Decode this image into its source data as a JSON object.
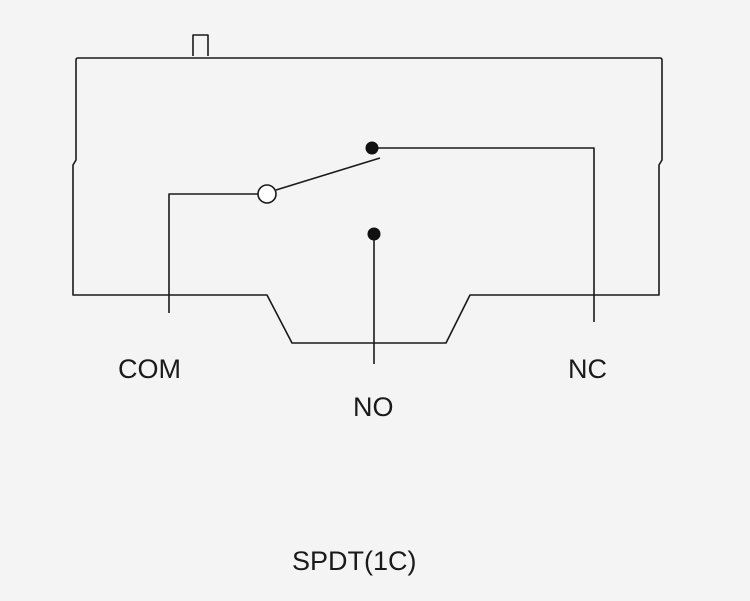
{
  "diagram": {
    "terminals": {
      "com": "COM",
      "no": "NO",
      "nc": "NC"
    },
    "caption": "SPDT(1C)"
  },
  "colors": {
    "background": "#f4f4f4",
    "line": "#1a1a1a",
    "text": "#1a1a1a"
  }
}
